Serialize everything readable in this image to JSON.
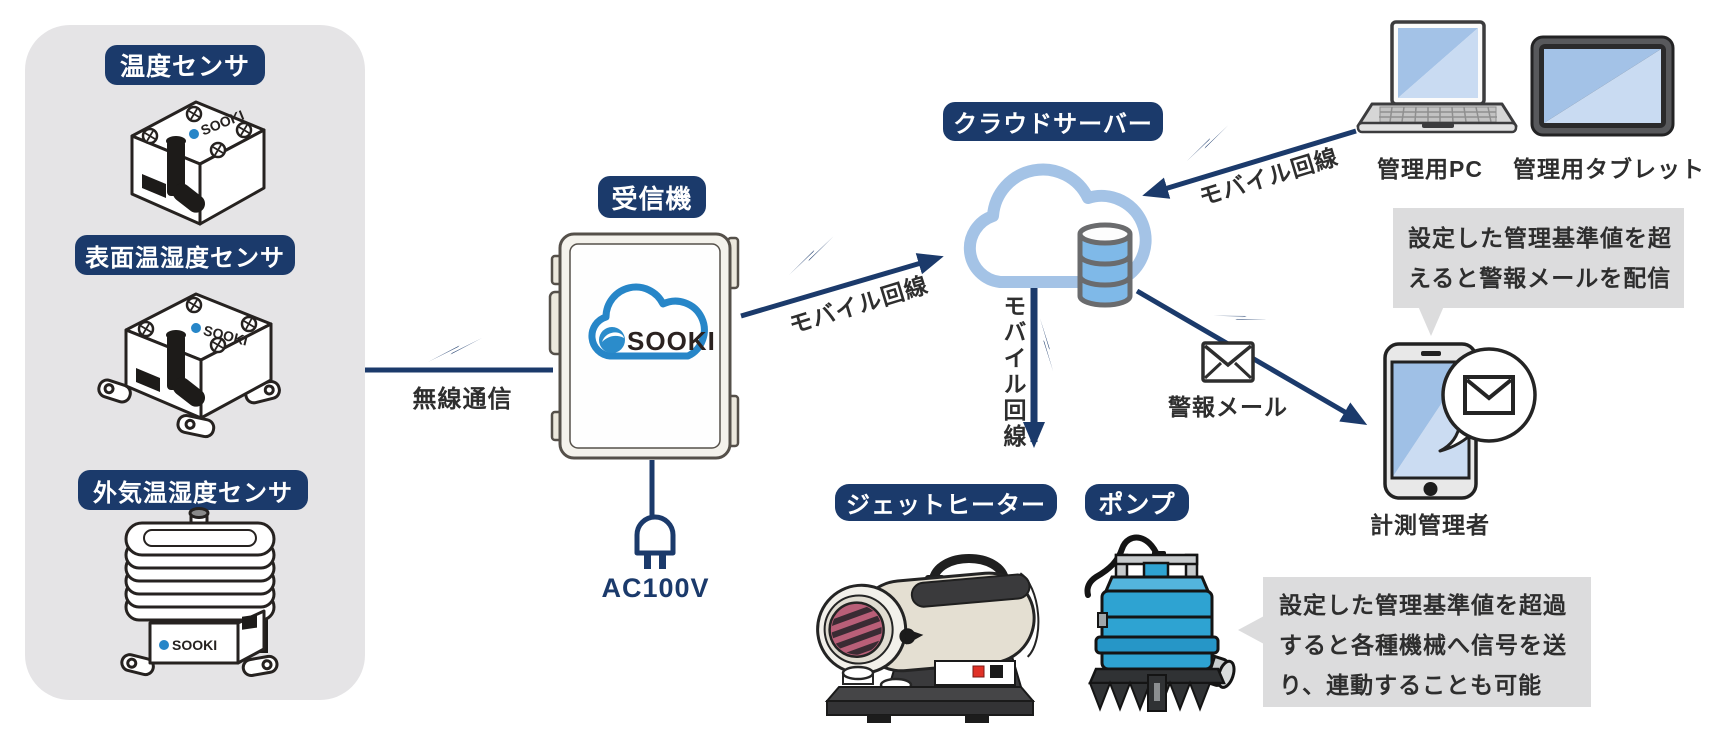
{
  "brand": {
    "logo_text": "SOOKI"
  },
  "sensors": {
    "items": [
      {
        "label": "温度センサ"
      },
      {
        "label": "表面温湿度センサ"
      },
      {
        "label": "外気温湿度センサ"
      }
    ]
  },
  "receiver": {
    "label": "受信機",
    "power": "AC100V"
  },
  "cloud": {
    "label": "クラウドサーバー"
  },
  "connections": {
    "wireless": "無線通信",
    "mobile_receiver_cloud": "モバイル回線",
    "mobile_cloud_pc": "モバイル回線",
    "mobile_cloud_machines": "モバイル回線"
  },
  "terminals": {
    "pc": "管理用PC",
    "tablet": "管理用タブレット",
    "alert_mail": "警報メール",
    "manager": "計測管理者"
  },
  "machines": {
    "heater": "ジェットヒーター",
    "pump": "ポンプ"
  },
  "callouts": {
    "alert": {
      "lines": [
        "設定した管理基準値を超",
        "えると警報メールを配信"
      ]
    },
    "machine": {
      "lines": [
        "設定した管理基準値を超過",
        "すると各種機械へ信号を送",
        "り、連動することも可能"
      ]
    }
  },
  "colors": {
    "navy": "#1b3a6b",
    "panel_gray": "#e5e4e6",
    "callout_gray": "#dcdcdd",
    "logo_blue": "#2786c8",
    "cloud_border_blue": "#a4c3e6",
    "screen_blue_dark": "#a3c2e7",
    "screen_blue_light": "#c9dbf2",
    "db_band_blue": "#7fb9e8",
    "pump_teal": "#2ea3d2",
    "heater_cream": "#e4dfd2",
    "grill_pink": "#b95f78"
  }
}
